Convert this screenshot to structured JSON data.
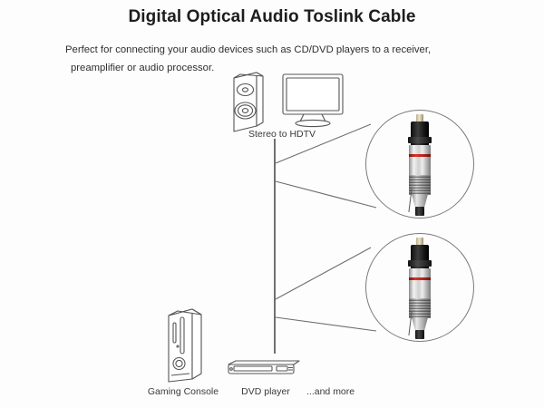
{
  "page": {
    "title": "Digital Optical Audio Toslink Cable",
    "description_line1": "Perfect for connecting your audio devices such as CD/DVD players to a receiver,",
    "description_line2": "preamplifier or audio processor.",
    "background_color": "#fdfdfd",
    "line_art_color": "#555555",
    "text_color": "#2e2e2e"
  },
  "labels": {
    "stereo_hdtv": "Stereo to HDTV",
    "gaming_console": "Gaming Console",
    "dvd_player": "DVD player",
    "and_more": "...and more"
  },
  "illustrations": [
    {
      "name": "speaker",
      "label": "Stereo to HDTV"
    },
    {
      "name": "hdtv",
      "label": "Stereo to HDTV"
    },
    {
      "name": "gaming-console",
      "label": "Gaming Console"
    },
    {
      "name": "dvd-player",
      "label": "DVD player"
    }
  ],
  "callouts": [
    {
      "name": "toslink-connector-top",
      "shape": "circle",
      "metal_color": "#d4d4d4",
      "accent_color": "#b8231c",
      "tip_color": "#121212"
    },
    {
      "name": "toslink-connector-bottom",
      "shape": "circle",
      "metal_color": "#d4d4d4",
      "accent_color": "#b8231c",
      "tip_color": "#121212"
    }
  ]
}
